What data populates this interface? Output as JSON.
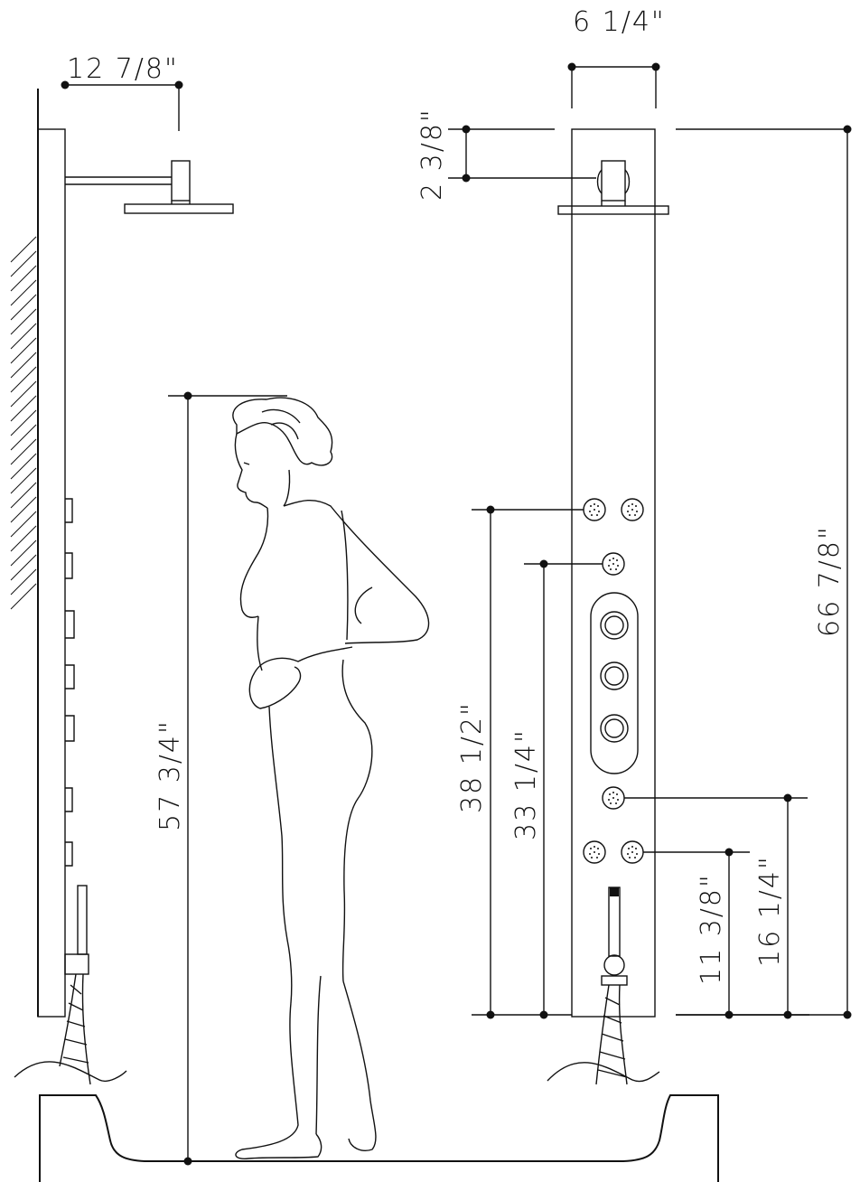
{
  "dimensions": {
    "arm_length": "12 7/8\"",
    "panel_width": "6 1/4\"",
    "head_offset": "2 3/8\"",
    "total_height": "66 7/8\"",
    "person_height": "57 3/4\"",
    "upper_jets": "38 1/2\"",
    "middle_jet": "33 1/4\"",
    "lower_jet": "16 1/4\"",
    "lowest_jets": "11 3/8\""
  }
}
